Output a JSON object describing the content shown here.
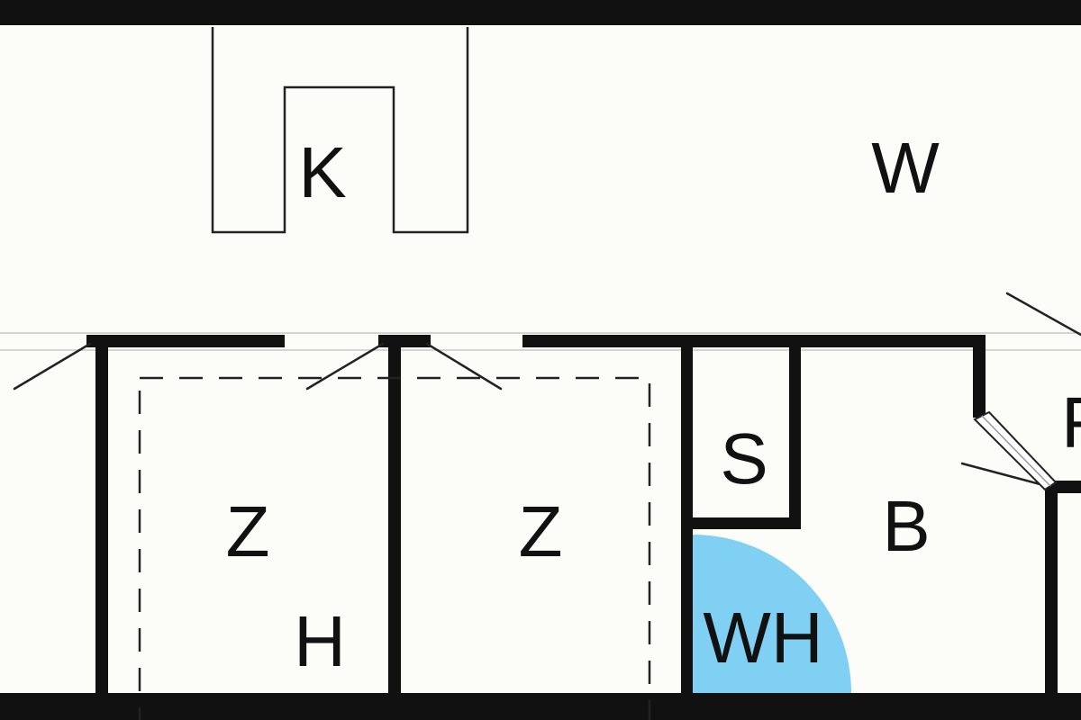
{
  "floor_plan": {
    "labels": {
      "kitchen": "K",
      "living": "W",
      "room_left": "Z",
      "room_right": "Z",
      "storage": "S",
      "bath": "B",
      "water_heater": "WH",
      "hallway": "H",
      "partial_right": "F"
    },
    "colors": {
      "background": "#fcfcf8",
      "wall": "#111111",
      "line": "#222222",
      "water_heater_fill": "#80d0f4"
    }
  }
}
